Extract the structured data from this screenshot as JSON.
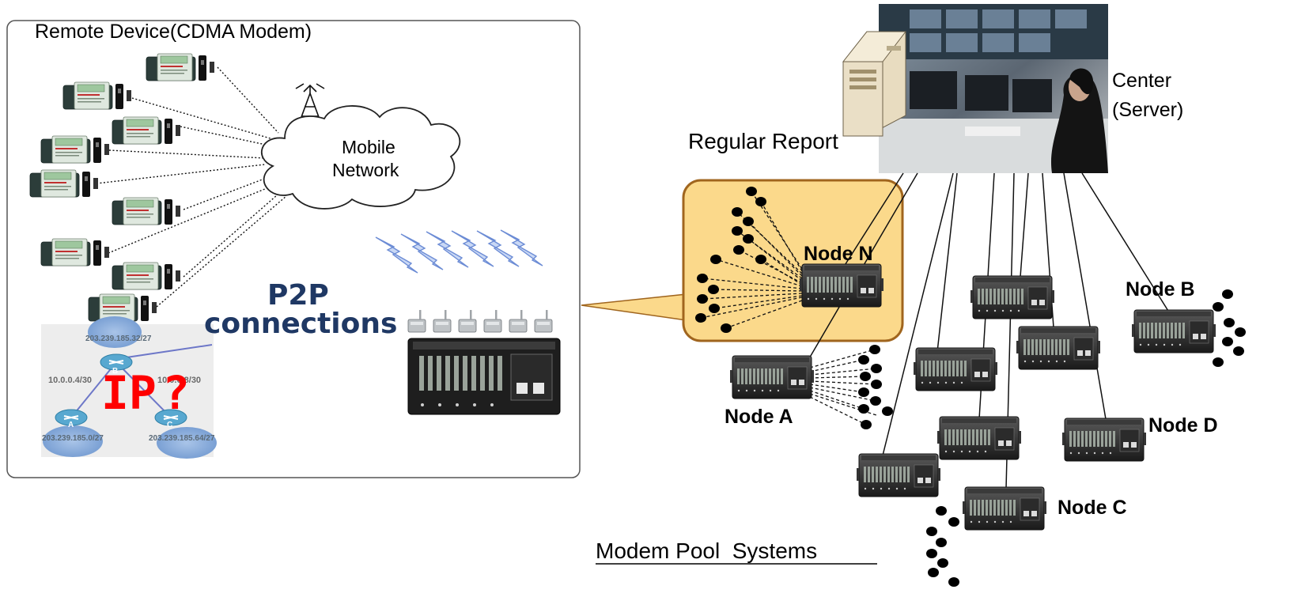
{
  "remote_panel": {
    "title": "Remote Device(CDMA Modem)",
    "cloud_label_line1": "Mobile",
    "cloud_label_line2": "Network",
    "p2p_line1": "P2P",
    "p2p_line2": "connections",
    "ip_label": "IP",
    "question_mark": "?",
    "network_inset": {
      "subnet_top": "203.239.185.32/27",
      "subnet_left": "10.0.0.4/30",
      "subnet_right": "10.0.0.8/30",
      "subnet_bottom_left": "203.239.185.0/27",
      "subnet_bottom_right": "203.239.185.64/27",
      "router_top": "B",
      "router_left": "A",
      "router_right": "C"
    }
  },
  "center": {
    "label_line1": "Center",
    "label_line2": "(Server)",
    "regular_report": "Regular Report"
  },
  "nodes": {
    "node_n": "Node N",
    "node_a": "Node A",
    "node_b": "Node B",
    "node_c": "Node C",
    "node_d": "Node D"
  },
  "footer": {
    "caption": "Modem Pool  Systems"
  },
  "colors": {
    "callout_fill": "#fbd98b",
    "callout_border": "#a0651e",
    "p2p_text": "#1f3864",
    "ip_text": "#ff0000",
    "panel_border": "#555555",
    "router_fill": "#6fb6d8",
    "zap_fill": "#c9d8f5",
    "zap_stroke": "#6c8cd5"
  }
}
